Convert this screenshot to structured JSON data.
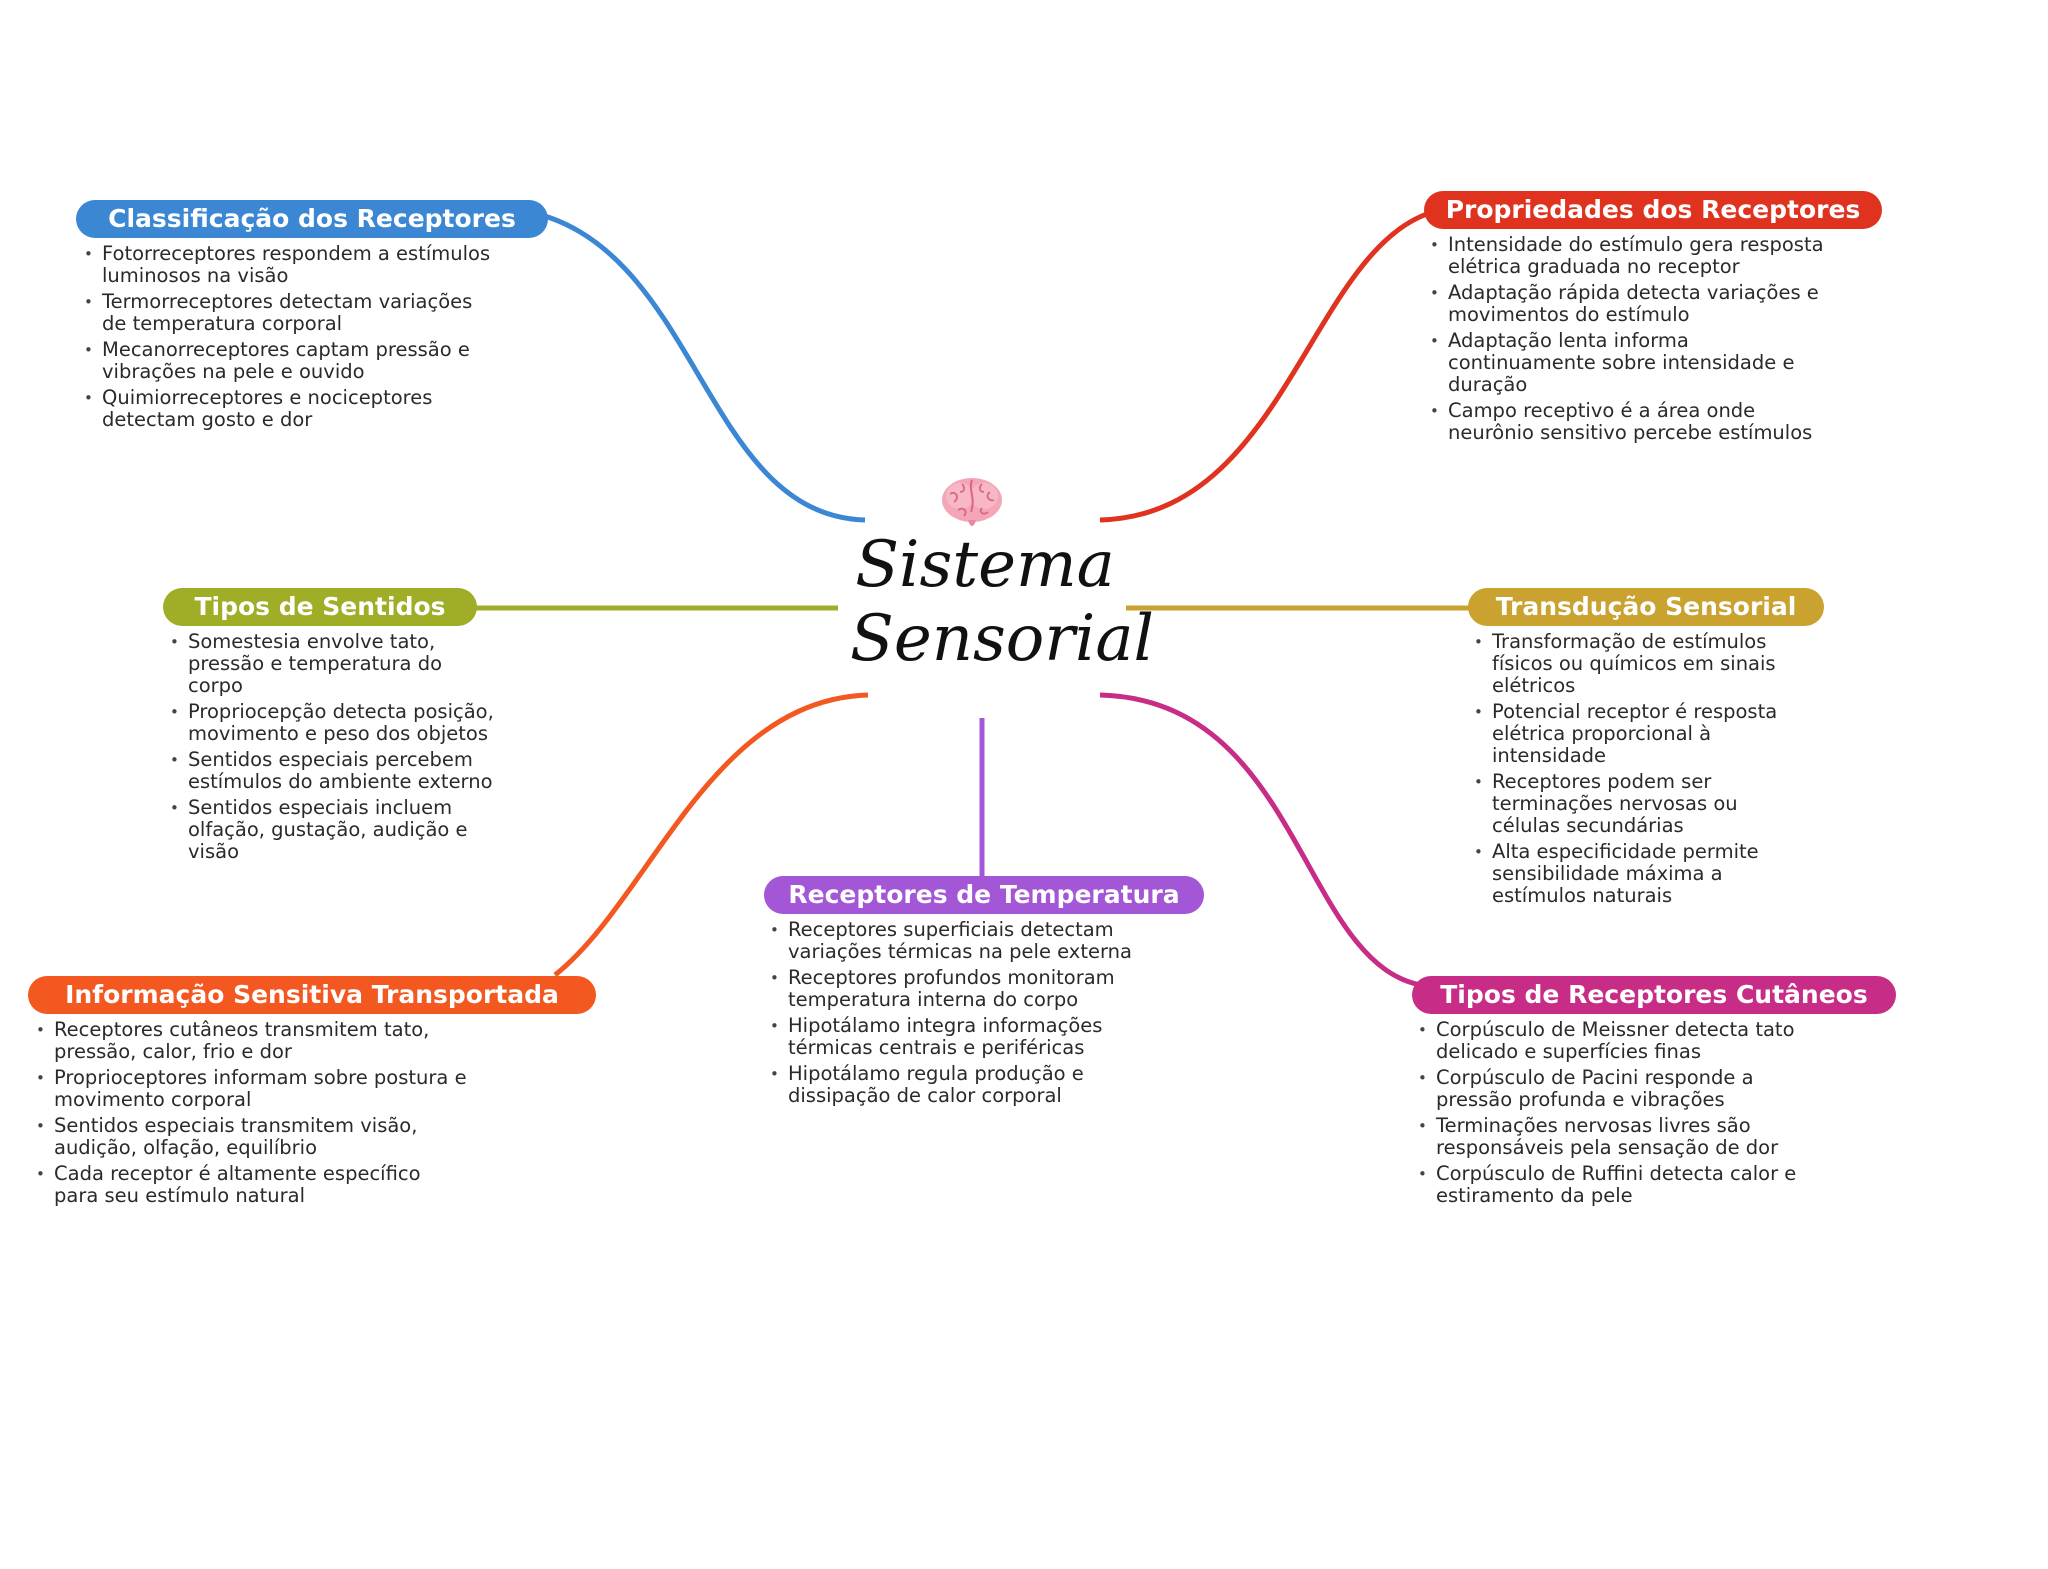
{
  "center": {
    "title_line1": "Sistema",
    "title_line2": "Sensorial",
    "icon": "brain-icon"
  },
  "branches": [
    {
      "id": "classificacao",
      "title": "Classificação dos Receptores",
      "color": "#3b87d4",
      "items": [
        "Fotorreceptores respondem a estímulos luminosos na visão",
        "Termorreceptores detectam variações de temperatura corporal",
        "Mecanorreceptores captam pressão e vibrações na pele e ouvido",
        "Quimiorreceptores e nociceptores detectam gosto e dor"
      ]
    },
    {
      "id": "propriedades",
      "title": "Propriedades dos Receptores",
      "color": "#e0331f",
      "items": [
        "Intensidade do estímulo gera resposta elétrica graduada no receptor",
        "Adaptação rápida detecta variações e movimentos do estímulo",
        "Adaptação lenta informa continuamente sobre intensidade e duração",
        "Campo receptivo é a área onde neurônio sensitivo percebe estímulos"
      ]
    },
    {
      "id": "tipos-sentidos",
      "title": "Tipos de Sentidos",
      "color": "#a0ad27",
      "items": [
        "Somestesia envolve tato, pressão e temperatura do corpo",
        "Propriocepção detecta posição, movimento e peso dos objetos",
        "Sentidos especiais percebem estímulos do ambiente externo",
        "Sentidos especiais incluem olfação, gustação, audição e visão"
      ]
    },
    {
      "id": "transducao",
      "title": "Transdução Sensorial",
      "color": "#c9a230",
      "items": [
        "Transformação de estímulos físicos ou químicos em sinais elétricos",
        "Potencial receptor é resposta elétrica proporcional à intensidade",
        "Receptores podem ser terminações nervosas ou células secundárias",
        "Alta especificidade permite sensibilidade máxima a estímulos naturais"
      ]
    },
    {
      "id": "temperatura",
      "title": "Receptores de Temperatura",
      "color": "#a356d6",
      "items": [
        "Receptores superficiais detectam variações térmicas na pele externa",
        "Receptores profundos monitoram temperatura interna do corpo",
        "Hipotálamo integra informações térmicas centrais e periféricas",
        "Hipotálamo regula produção e dissipação de calor corporal"
      ]
    },
    {
      "id": "informacao",
      "title": "Informação Sensitiva Transportada",
      "color": "#f2581f",
      "items": [
        "Receptores cutâneos transmitem tato, pressão, calor, frio e dor",
        "Proprioceptores informam sobre postura e movimento corporal",
        "Sentidos especiais transmitem visão, audição, olfação, equilíbrio",
        "Cada receptor é altamente específico para seu estímulo natural"
      ]
    },
    {
      "id": "cutaneos",
      "title": "Tipos de Receptores Cutâneos",
      "color": "#c72d86",
      "items": [
        "Corpúsculo de Meissner detecta tato delicado e superfícies finas",
        "Corpúsculo de Pacini responde a pressão profunda e vibrações",
        "Terminações nervosas livres são responsáveis pela sensação de dor",
        "Corpúsculo de Ruffini detecta calor e estiramento da pele"
      ]
    }
  ]
}
